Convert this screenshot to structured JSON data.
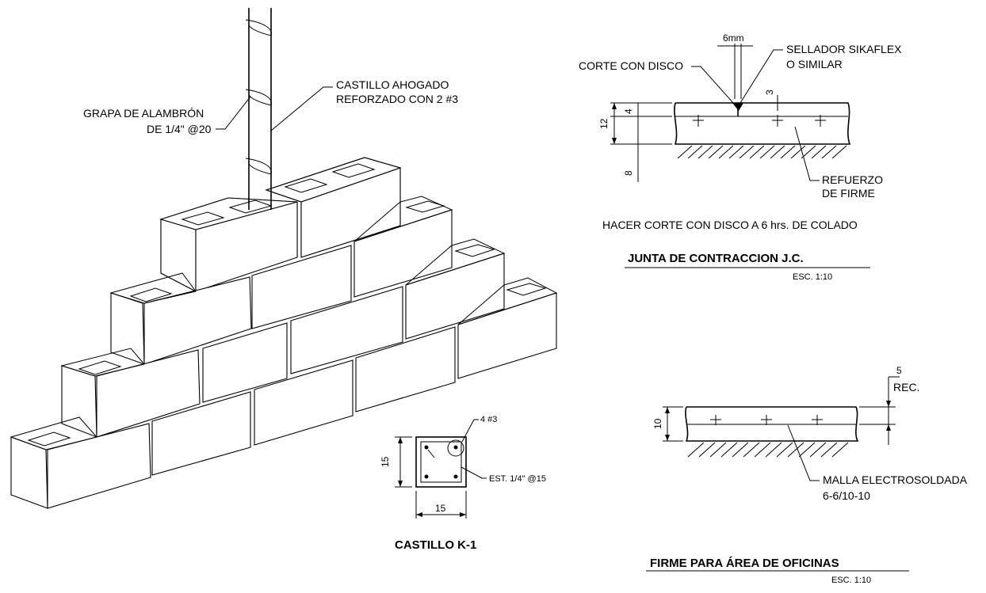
{
  "left_detail": {
    "label_castillo_1": "CASTILLO AHOGADO",
    "label_castillo_2": "REFORZADO CON 2 #3",
    "label_grapa_1": "GRAPA DE ALAMBRÓN",
    "label_grapa_2": "DE 1/4\" @20"
  },
  "section_k1": {
    "title": "CASTILLO  K-1",
    "rebar_label": "4 #3",
    "stirrup_label": "EST. 1/4\" @15",
    "dim_height": "15",
    "dim_width": "15"
  },
  "junta": {
    "label_corte": "CORTE CON DISCO",
    "label_sellador_1": "SELLADOR SIKAFLEX",
    "label_sellador_2": "O SIMILAR",
    "dim_gap": "6mm",
    "dim_depth_cut": "3",
    "dim_12": "12",
    "dim_4": "4",
    "dim_8": "8",
    "label_refuerzo_1": "REFUERZO",
    "label_refuerzo_2": "DE FIRME",
    "note": "HACER CORTE CON DISCO A 6 hrs. DE COLADO",
    "title": "JUNTA DE CONTRACCION J.C.",
    "scale": "ESC. 1:10"
  },
  "firme": {
    "dim_5": "5",
    "label_rec": "REC.",
    "dim_10": "10",
    "label_malla_1": "MALLA ELECTROSOLDADA",
    "label_malla_2": "6-6/10-10",
    "title": "FIRME PARA ÁREA DE OFICINAS",
    "scale": "ESC. 1:10"
  }
}
